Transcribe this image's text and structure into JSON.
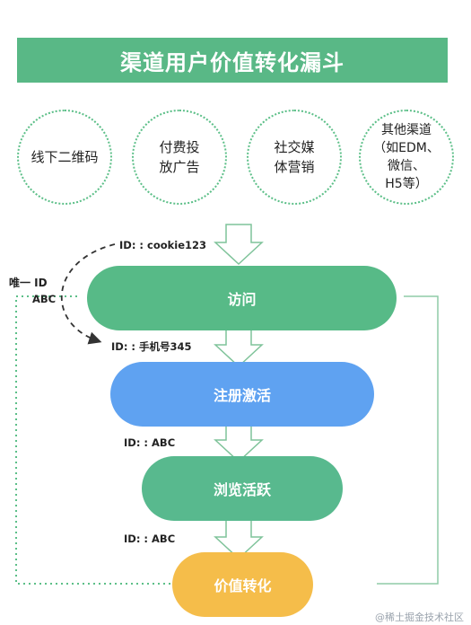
{
  "title": "渠道用户价值转化漏斗",
  "channels": [
    {
      "lines": [
        "线下二维码"
      ]
    },
    {
      "lines": [
        "付费投",
        "放广告"
      ]
    },
    {
      "lines": [
        "社交媒",
        "体营销"
      ]
    },
    {
      "lines": [
        "其他渠道",
        "（如EDM、",
        "微信、",
        "H5等）"
      ]
    }
  ],
  "stages": {
    "visit": "访问",
    "register": "注册激活",
    "browse": "浏览活跃",
    "convert": "价值转化"
  },
  "ids": {
    "visit_id": "ID: : cookie123",
    "register_id": "ID: : 手机号345",
    "browse_id": "ID: : ABC",
    "convert_id": "ID: : ABC"
  },
  "unique_id": {
    "line1": "唯一 ID",
    "line2": "ABC"
  },
  "watermark": "@稀土掘金技术社区",
  "colors": {
    "title_bg": "#59b886",
    "visit": "#57ba87",
    "register": "#5fa2f1",
    "browse": "#58b98e",
    "convert": "#f5bd4a"
  }
}
